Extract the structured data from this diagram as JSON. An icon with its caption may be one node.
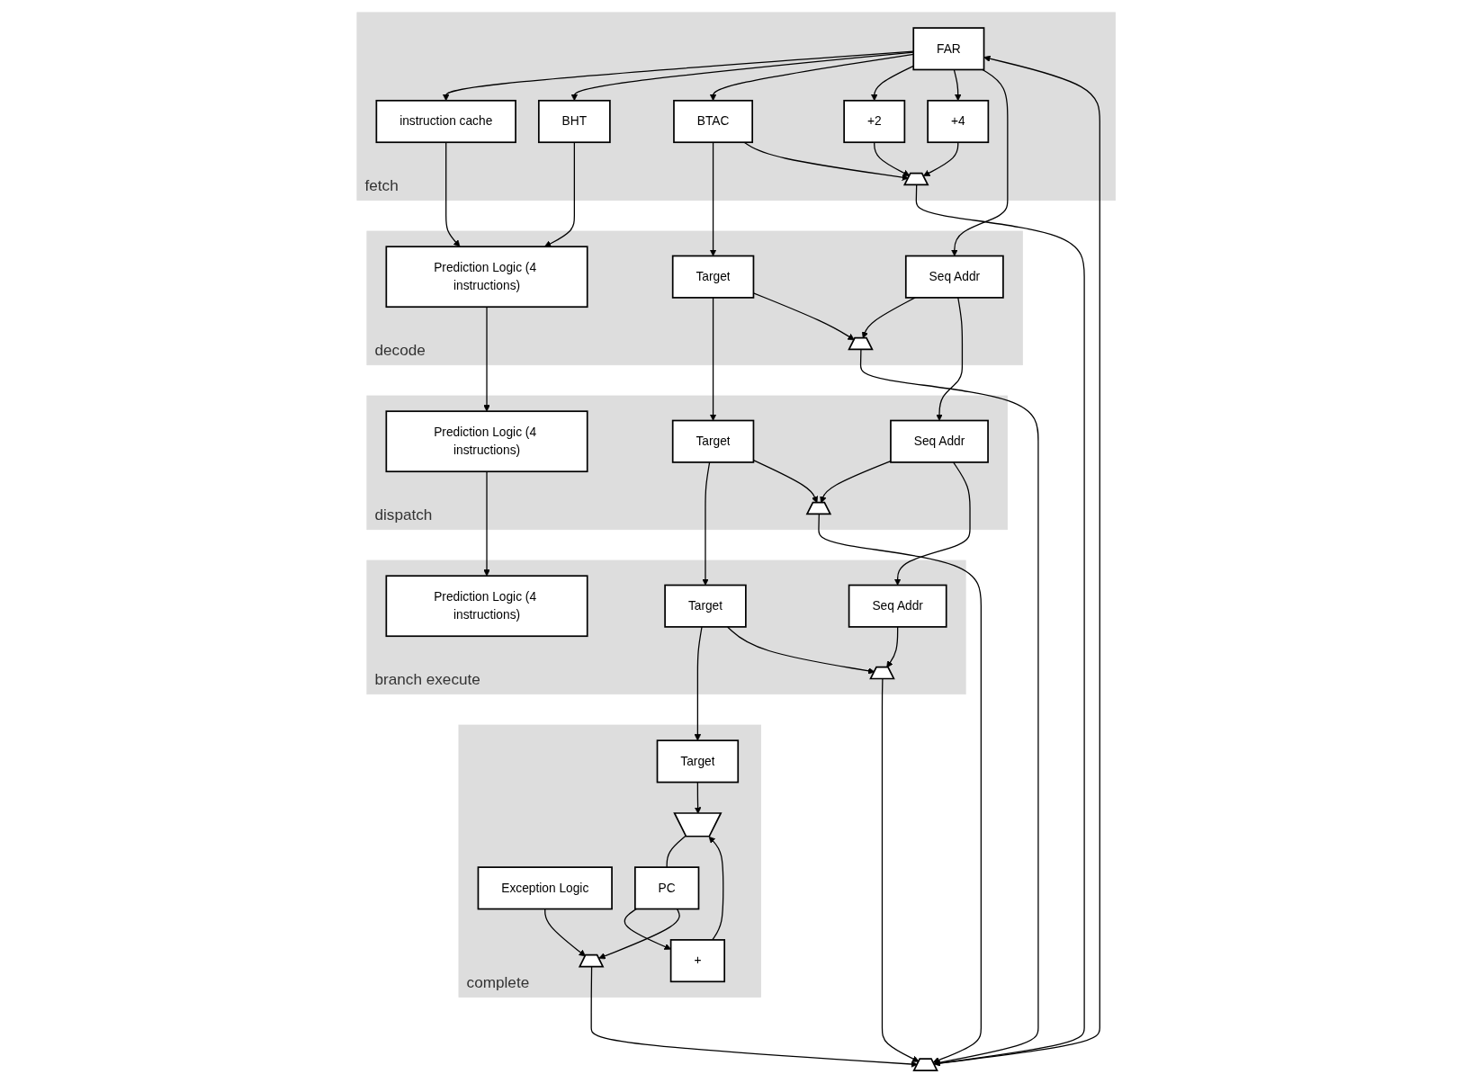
{
  "diagram": {
    "nodes": [
      {
        "text": [
          "fetch"
        ]
      },
      {
        "text": [
          "instruction cache"
        ],
        "in": 0
      },
      {
        "text": [
          "BHT"
        ],
        "in": 0
      },
      {
        "text": [
          "BTAC"
        ],
        "in": 0
      },
      {
        "text": [
          "+2"
        ],
        "in": 0
      },
      {
        "text": [
          "+4"
        ],
        "in": 0
      },
      {
        "text": [
          "FAR"
        ],
        "in": 0
      },
      {
        "text": [],
        "shape": "trapezoid",
        "in": 0
      },
      {
        "text": [
          "decode"
        ]
      },
      {
        "text": [
          "Prediction Logic (4 instructions)"
        ],
        "in": 8
      },
      {
        "text": [
          "Target"
        ],
        "in": 8
      },
      {
        "text": [
          "Seq Addr"
        ],
        "in": 8
      },
      {
        "text": [],
        "shape": "trapezoid",
        "in": 8
      },
      {
        "text": [
          "dispatch"
        ]
      },
      {
        "text": [
          "Prediction Logic (4 instructions)"
        ],
        "in": 13
      },
      {
        "text": [
          "Target"
        ],
        "in": 13
      },
      {
        "text": [
          "Seq Addr"
        ],
        "in": 13
      },
      {
        "text": [],
        "shape": "trapezoid",
        "in": 13
      },
      {
        "text": [
          "branch execute"
        ]
      },
      {
        "text": [
          "Prediction Logic (4 instructions)"
        ],
        "in": 18
      },
      {
        "text": [
          "Target"
        ],
        "in": 18
      },
      {
        "text": [
          "Seq Addr"
        ],
        "in": 18
      },
      {
        "text": [],
        "shape": "trapezoid",
        "in": 18
      },
      {
        "text": [
          "complete"
        ]
      },
      {
        "text": [
          "Target"
        ],
        "in": 23
      },
      {
        "text": [
          "Exception Logic"
        ],
        "in": 23
      },
      {
        "text": [
          "+"
        ],
        "in": 23
      },
      {
        "text": [],
        "shape": "trapezoid",
        "in": 23
      },
      {
        "text": [
          "PC"
        ],
        "in": 23
      },
      {
        "text": [],
        "shape": "trapezoid",
        "in": 23
      },
      {
        "text": [],
        "shape": "trapezoid"
      }
    ],
    "edges": [
      {
        "from": 6,
        "to": 1,
        "arrow": "to"
      },
      {
        "from": 6,
        "to": 2,
        "arrow": "to"
      },
      {
        "from": 6,
        "to": 3,
        "arrow": "to"
      },
      {
        "from": 6,
        "to": 4,
        "arrow": "to"
      },
      {
        "from": 6,
        "to": 5,
        "arrow": "to"
      },
      {
        "from": 6,
        "to": 11,
        "arrow": "to"
      },
      {
        "from": 1,
        "to": 9,
        "arrow": "to"
      },
      {
        "from": 2,
        "to": 9,
        "arrow": "to"
      },
      {
        "from": 3,
        "to": 10,
        "arrow": "to"
      },
      {
        "from": 3,
        "to": 7,
        "arrow": "to"
      },
      {
        "from": 4,
        "to": 7,
        "arrow": "to"
      },
      {
        "from": 5,
        "to": 7,
        "arrow": "to"
      },
      {
        "from": 7,
        "to": 30,
        "arrow": "to"
      },
      {
        "from": 30,
        "to": 6,
        "arrow": "to"
      },
      {
        "from": 9,
        "to": 14,
        "arrow": "to"
      },
      {
        "from": 10,
        "to": 15,
        "arrow": "to"
      },
      {
        "from": 10,
        "to": 12,
        "arrow": "to"
      },
      {
        "from": 11,
        "to": 12,
        "arrow": "to"
      },
      {
        "from": 11,
        "to": 16,
        "arrow": "to"
      },
      {
        "from": 12,
        "to": 30,
        "arrow": "to"
      },
      {
        "from": 14,
        "to": 19,
        "arrow": "to"
      },
      {
        "from": 15,
        "to": 20,
        "arrow": "to"
      },
      {
        "from": 15,
        "to": 17,
        "arrow": "to"
      },
      {
        "from": 16,
        "to": 17,
        "arrow": "to"
      },
      {
        "from": 16,
        "to": 21,
        "arrow": "to"
      },
      {
        "from": 17,
        "to": 30,
        "arrow": "to"
      },
      {
        "from": 20,
        "to": 24,
        "arrow": "to"
      },
      {
        "from": 20,
        "to": 22,
        "arrow": "to"
      },
      {
        "from": 21,
        "to": 22,
        "arrow": "to"
      },
      {
        "from": 22,
        "to": 30,
        "arrow": "to"
      },
      {
        "from": 24,
        "to": 27,
        "arrow": "to"
      },
      {
        "from": 26,
        "to": 27,
        "arrow": "to"
      },
      {
        "from": 27,
        "to": 28,
        "arrow": "none"
      },
      {
        "from": 28,
        "to": 26,
        "arrow": "to"
      },
      {
        "from": 28,
        "to": 29,
        "arrow": "to"
      },
      {
        "from": 25,
        "to": 29,
        "arrow": "to"
      },
      {
        "from": 29,
        "to": 30,
        "arrow": "to"
      }
    ]
  }
}
